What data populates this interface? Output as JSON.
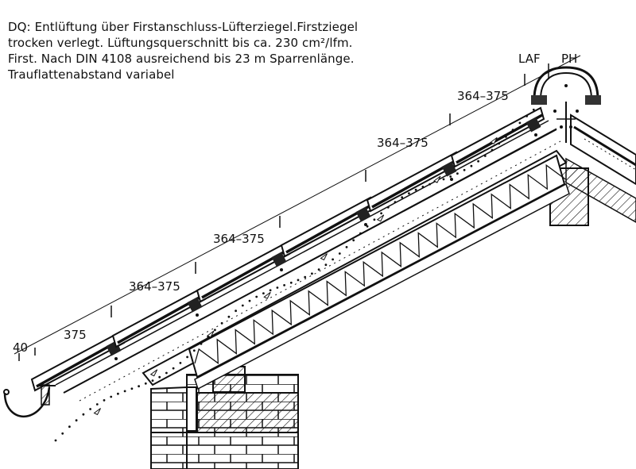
{
  "caption": {
    "line1": "DQ: Entlüftung über Firstanschluss-Lüfterziegel.Firstziegel",
    "line2": "trocken verlegt. Lüftungsquerschnitt bis ca. 230 cm²/lfm.",
    "line3": "First. Nach DIN 4108 ausreichend bis 23 m Sparrenlänge.",
    "line4": "Trauflattenabstand variabel"
  },
  "labels": {
    "laf": "LAF",
    "ph": "PH",
    "overhang": "40",
    "eaves_spacing": "375",
    "spacing_1": "364–375",
    "spacing_2": "364–375",
    "spacing_3": "364–375",
    "spacing_4": "364–375"
  }
}
